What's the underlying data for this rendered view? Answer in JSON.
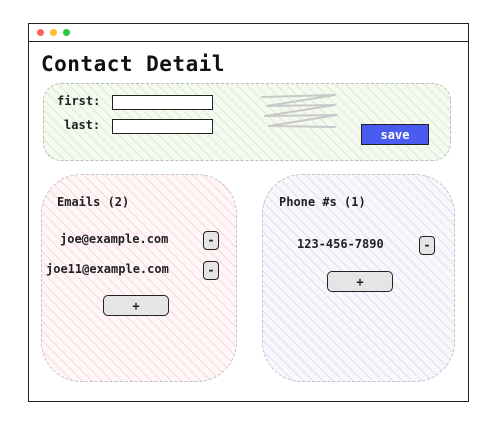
{
  "window": {
    "traffic_lights": {
      "close": "#ff5f57",
      "minimize": "#febc2e",
      "zoom": "#28c840"
    }
  },
  "page": {
    "title": "Contact Detail"
  },
  "name_form": {
    "first_label": "first:",
    "last_label": "last:",
    "first_value": "",
    "last_value": "",
    "save_label": "save",
    "save_color": "#4a5cf0"
  },
  "emails": {
    "heading": "Emails (2)",
    "items": [
      {
        "value": "joe@example.com",
        "remove_label": "-"
      },
      {
        "value": "joe11@example.com",
        "remove_label": "-"
      }
    ],
    "add_label": "+"
  },
  "phones": {
    "heading": "Phone #s (1)",
    "items": [
      {
        "value": "123-456-7890",
        "remove_label": "-"
      }
    ],
    "add_label": "+"
  }
}
